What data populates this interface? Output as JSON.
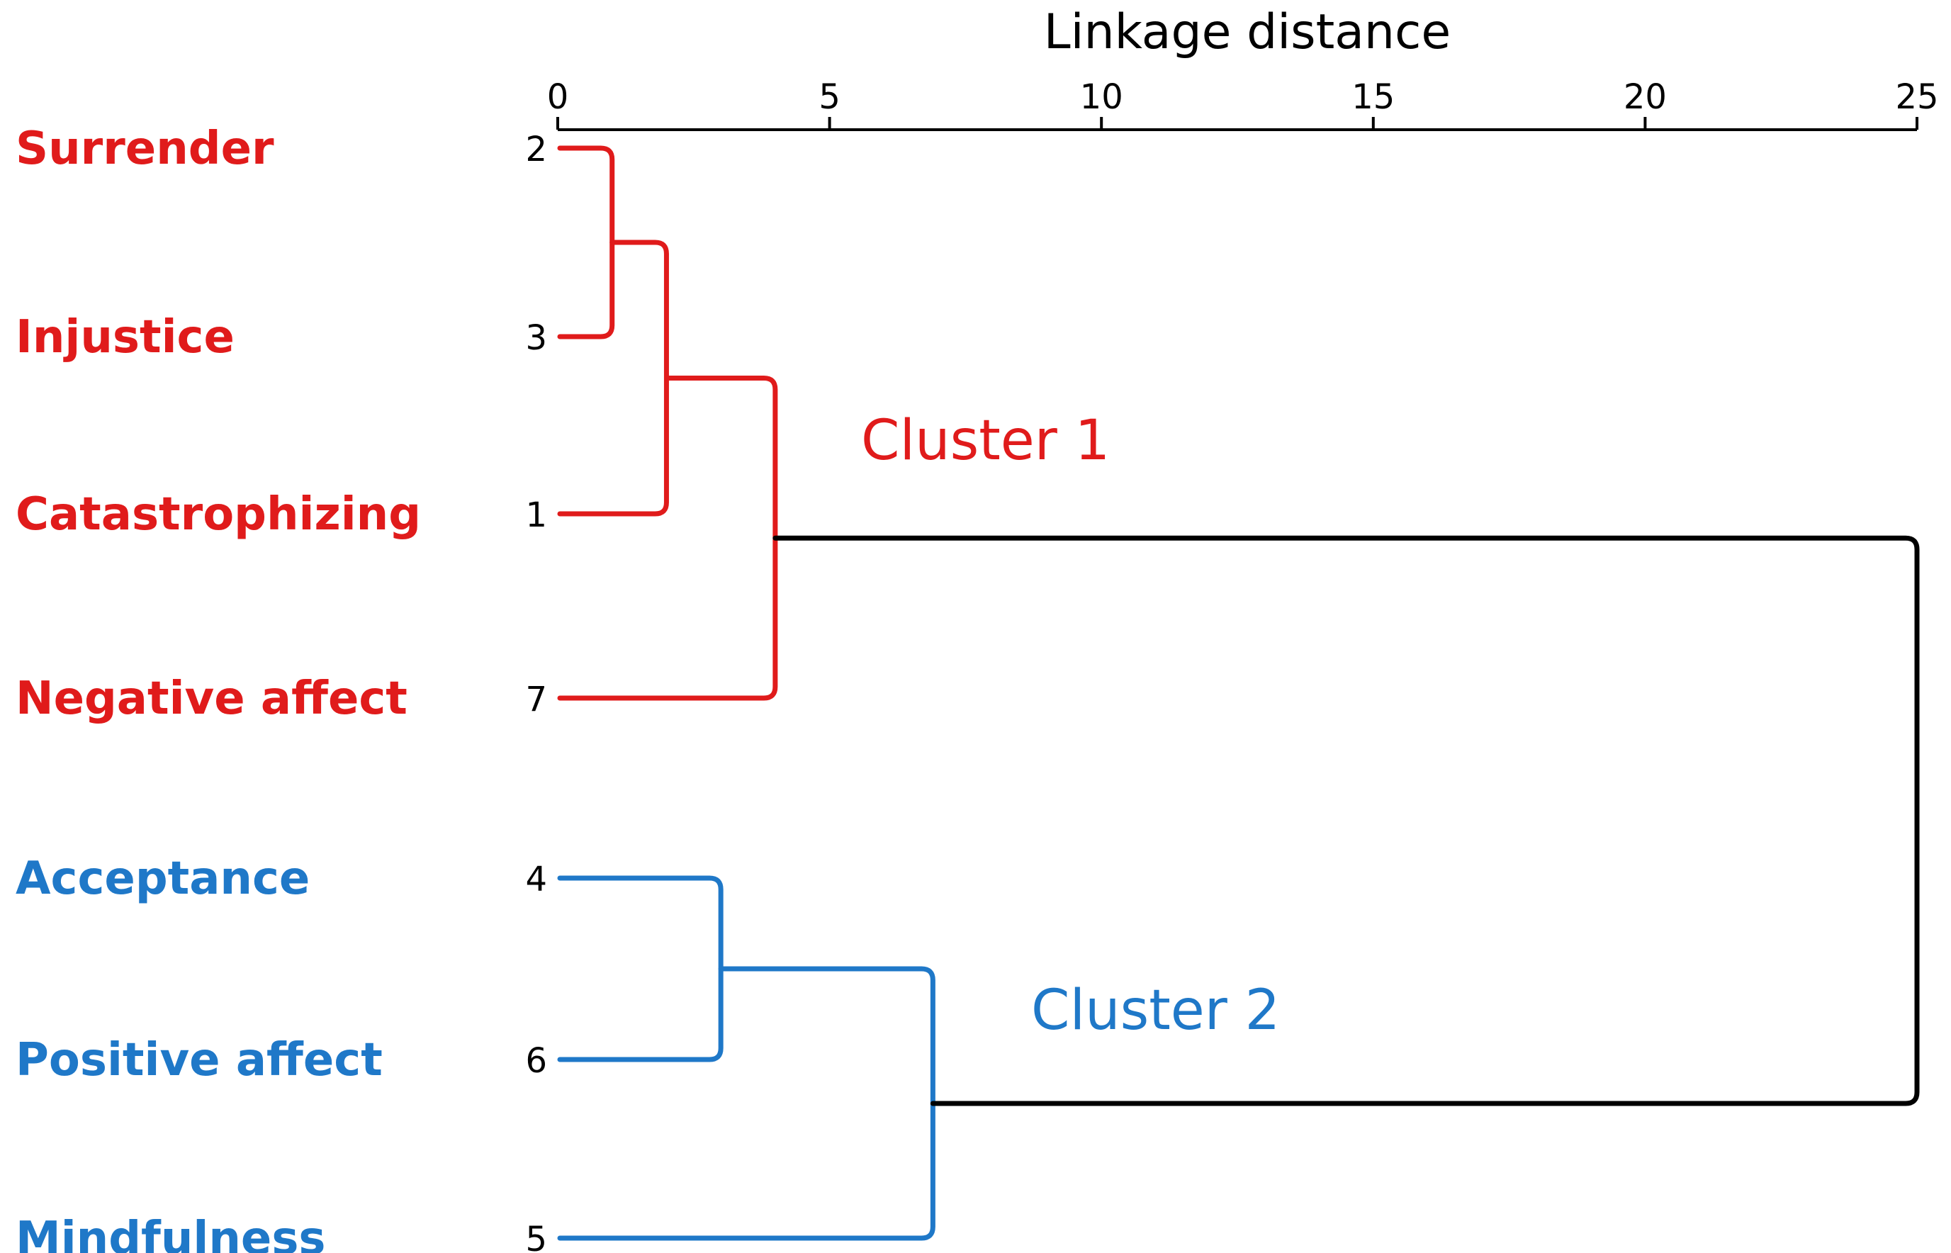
{
  "chart_data": {
    "type": "dendrogram",
    "xlabel": "Linkage distance",
    "xlim": [
      0,
      25
    ],
    "xticks": [
      0,
      5,
      10,
      15,
      20,
      25
    ],
    "colors": {
      "cluster1": "#e01b1b",
      "cluster2": "#1f78c8",
      "root": "#000000"
    },
    "leaves": [
      {
        "id": 2,
        "label": "Surrender",
        "cluster": "cluster1"
      },
      {
        "id": 3,
        "label": "Injustice",
        "cluster": "cluster1"
      },
      {
        "id": 1,
        "label": "Catastrophizing",
        "cluster": "cluster1"
      },
      {
        "id": 7,
        "label": "Negative affect",
        "cluster": "cluster1"
      },
      {
        "id": 4,
        "label": "Acceptance",
        "cluster": "cluster2"
      },
      {
        "id": 6,
        "label": "Positive affect",
        "cluster": "cluster2"
      },
      {
        "id": 5,
        "label": "Mindfulness",
        "cluster": "cluster2"
      }
    ],
    "merges": [
      {
        "children": [
          0,
          1
        ],
        "distance": 1.0,
        "cluster": "cluster1"
      },
      {
        "children": [
          "m0",
          2
        ],
        "distance": 2.0,
        "cluster": "cluster1"
      },
      {
        "children": [
          "m1",
          3
        ],
        "distance": 4.0,
        "cluster": "cluster1"
      },
      {
        "children": [
          4,
          5
        ],
        "distance": 3.0,
        "cluster": "cluster2"
      },
      {
        "children": [
          "m3",
          6
        ],
        "distance": 6.9,
        "cluster": "cluster2"
      },
      {
        "children": [
          "m2",
          "m4"
        ],
        "distance": 25.0,
        "cluster": "root"
      }
    ],
    "cluster_labels": [
      {
        "text": "Cluster 1",
        "cluster": "cluster1"
      },
      {
        "text": "Cluster 2",
        "cluster": "cluster2"
      }
    ]
  }
}
